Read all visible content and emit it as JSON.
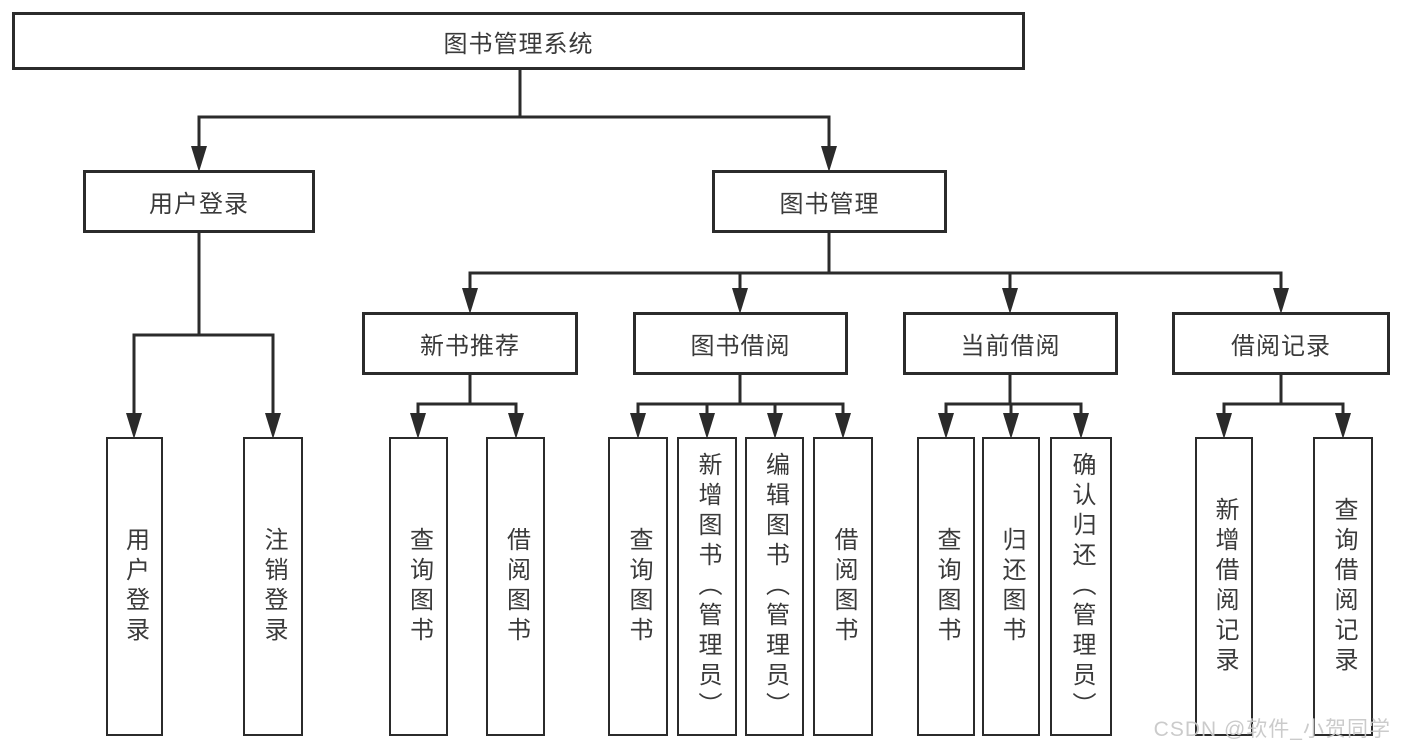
{
  "diagram_title": "图书管理系统",
  "tree": {
    "root": {
      "label": "图书管理系统"
    },
    "branches": [
      {
        "label": "用户登录",
        "children": [
          {
            "label": "用户登录"
          },
          {
            "label": "注销登录"
          }
        ]
      },
      {
        "label": "图书管理",
        "children": [
          {
            "label": "新书推荐",
            "children": [
              {
                "label": "查询图书"
              },
              {
                "label": "借阅图书"
              }
            ]
          },
          {
            "label": "图书借阅",
            "children": [
              {
                "label": "查询图书"
              },
              {
                "label": "新增图书（管理员）"
              },
              {
                "label": "编辑图书（管理员）"
              },
              {
                "label": "借阅图书"
              }
            ]
          },
          {
            "label": "当前借阅",
            "children": [
              {
                "label": "查询图书"
              },
              {
                "label": "归还图书"
              },
              {
                "label": "确认归还（管理员）"
              }
            ]
          },
          {
            "label": "借阅记录",
            "children": [
              {
                "label": "新增借阅记录"
              },
              {
                "label": "查询借阅记录"
              }
            ]
          }
        ]
      }
    ]
  },
  "watermark": {
    "text": "CSDN @软件_小贺同学"
  },
  "colors": {
    "line": "#2b2b2b",
    "box_border": "#2b2b2b",
    "text": "#3a3a3a",
    "watermark": "#c9c9c9",
    "background": "#ffffff"
  }
}
